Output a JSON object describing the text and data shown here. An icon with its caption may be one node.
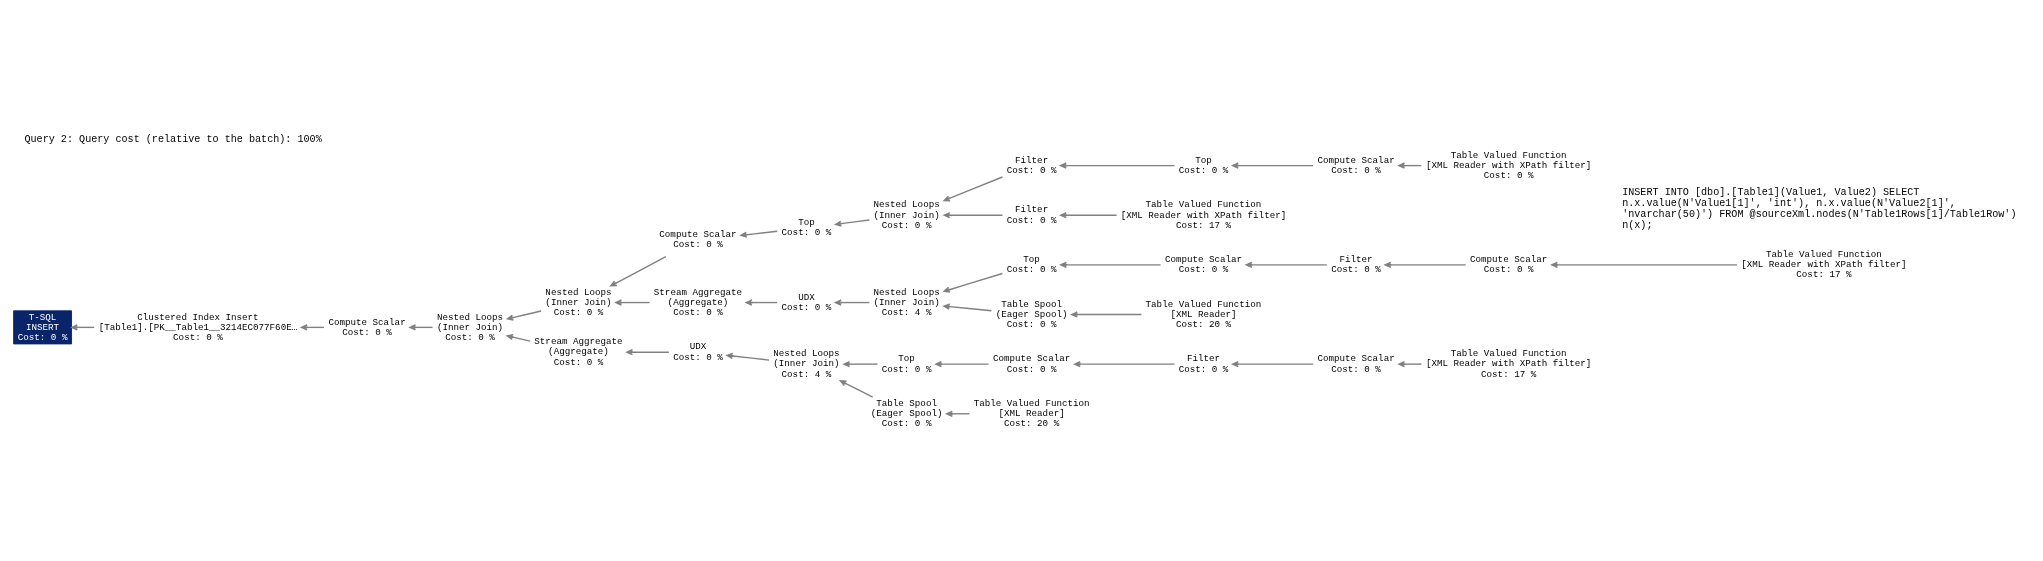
{
  "diagram": {
    "title": "Query 2: Query cost (relative to the batch): 100%",
    "nodes": [
      {
        "text": [
          "T-SQL",
          "INSERT",
          "Cost: 0 %"
        ]
      },
      {
        "text": [
          "Clustered Index Insert",
          "[Table1].[PK__Table1__3214EC077F60E…",
          "Cost: 0 %"
        ]
      },
      {
        "text": [
          "Compute Scalar",
          "Cost: 0 %"
        ]
      },
      {
        "text": [
          "Nested Loops",
          "(Inner Join)",
          "Cost: 0 %"
        ]
      },
      {
        "text": [
          "Nested Loops",
          "(Inner Join)",
          "Cost: 0 %"
        ]
      },
      {
        "text": [
          "Compute Scalar",
          "Cost: 0 %"
        ]
      },
      {
        "text": [
          "Top",
          "Cost: 0 %"
        ]
      },
      {
        "text": [
          "Nested Loops",
          "(Inner Join)",
          "Cost: 0 %"
        ]
      },
      {
        "text": [
          "Filter",
          "Cost: 0 %"
        ]
      },
      {
        "text": [
          "Top",
          "Cost: 0 %"
        ]
      },
      {
        "text": [
          "Compute Scalar",
          "Cost: 0 %"
        ]
      },
      {
        "text": [
          "Table Valued Function",
          "[XML Reader with XPath filter]",
          "Cost: 0 %"
        ]
      },
      {
        "text": [
          "Filter",
          "Cost: 0 %"
        ]
      },
      {
        "text": [
          "Table Valued Function",
          "[XML Reader with XPath filter]",
          "Cost: 17 %"
        ]
      },
      {
        "text": [
          "Stream Aggregate",
          "(Aggregate)",
          "Cost: 0 %"
        ]
      },
      {
        "text": [
          "UDX",
          "Cost: 0 %"
        ]
      },
      {
        "text": [
          "Nested Loops",
          "(Inner Join)",
          "Cost: 4 %"
        ]
      },
      {
        "text": [
          "Top",
          "Cost: 0 %"
        ]
      },
      {
        "text": [
          "Compute Scalar",
          "Cost: 0 %"
        ]
      },
      {
        "text": [
          "Filter",
          "Cost: 0 %"
        ]
      },
      {
        "text": [
          "Compute Scalar",
          "Cost: 0 %"
        ]
      },
      {
        "text": [
          "Table Valued Function",
          "[XML Reader with XPath filter]",
          "Cost: 17 %"
        ]
      },
      {
        "text": [
          "Table Spool",
          "(Eager Spool)",
          "Cost: 0 %"
        ]
      },
      {
        "text": [
          "Table Valued Function",
          "[XML Reader]",
          "Cost: 20 %"
        ]
      },
      {
        "text": [
          "Stream Aggregate",
          "(Aggregate)",
          "Cost: 0 %"
        ]
      },
      {
        "text": [
          "UDX",
          "Cost: 0 %"
        ]
      },
      {
        "text": [
          "Nested Loops",
          "(Inner Join)",
          "Cost: 4 %"
        ]
      },
      {
        "text": [
          "Top",
          "Cost: 0 %"
        ]
      },
      {
        "text": [
          "Compute Scalar",
          "Cost: 0 %"
        ]
      },
      {
        "text": [
          "Filter",
          "Cost: 0 %"
        ]
      },
      {
        "text": [
          "Compute Scalar",
          "Cost: 0 %"
        ]
      },
      {
        "text": [
          "Table Valued Function",
          "[XML Reader with XPath filter]",
          "Cost: 17 %"
        ]
      },
      {
        "text": [
          "Table Spool",
          "(Eager Spool)",
          "Cost: 0 %"
        ]
      },
      {
        "text": [
          "Table Valued Function",
          "[XML Reader]",
          "Cost: 20 %"
        ]
      }
    ],
    "edges": [
      {
        "from": 1,
        "to": 0,
        "arrow": "to"
      },
      {
        "from": 2,
        "to": 1,
        "arrow": "to"
      },
      {
        "from": 3,
        "to": 2,
        "arrow": "to"
      },
      {
        "from": 4,
        "to": 3,
        "arrow": "to"
      },
      {
        "from": 24,
        "to": 3,
        "arrow": "to"
      },
      {
        "from": 5,
        "to": 4,
        "arrow": "to"
      },
      {
        "from": 14,
        "to": 4,
        "arrow": "to"
      },
      {
        "from": 6,
        "to": 5,
        "arrow": "to"
      },
      {
        "from": 7,
        "to": 6,
        "arrow": "to"
      },
      {
        "from": 8,
        "to": 7,
        "arrow": "to"
      },
      {
        "from": 12,
        "to": 7,
        "arrow": "to"
      },
      {
        "from": 9,
        "to": 8,
        "arrow": "to"
      },
      {
        "from": 10,
        "to": 9,
        "arrow": "to"
      },
      {
        "from": 11,
        "to": 10,
        "arrow": "to"
      },
      {
        "from": 13,
        "to": 12,
        "arrow": "to"
      },
      {
        "from": 15,
        "to": 14,
        "arrow": "to"
      },
      {
        "from": 16,
        "to": 15,
        "arrow": "to"
      },
      {
        "from": 17,
        "to": 16,
        "arrow": "to"
      },
      {
        "from": 22,
        "to": 16,
        "arrow": "to"
      },
      {
        "from": 18,
        "to": 17,
        "arrow": "to"
      },
      {
        "from": 19,
        "to": 18,
        "arrow": "to"
      },
      {
        "from": 20,
        "to": 19,
        "arrow": "to"
      },
      {
        "from": 21,
        "to": 20,
        "arrow": "to"
      },
      {
        "from": 23,
        "to": 22,
        "arrow": "to"
      },
      {
        "from": 25,
        "to": 24,
        "arrow": "to"
      },
      {
        "from": 26,
        "to": 25,
        "arrow": "to"
      },
      {
        "from": 27,
        "to": 26,
        "arrow": "to"
      },
      {
        "from": 32,
        "to": 26,
        "arrow": "to"
      },
      {
        "from": 28,
        "to": 27,
        "arrow": "to"
      },
      {
        "from": 29,
        "to": 28,
        "arrow": "to"
      },
      {
        "from": 30,
        "to": 29,
        "arrow": "to"
      },
      {
        "from": 31,
        "to": 30,
        "arrow": "to"
      },
      {
        "from": 33,
        "to": 32,
        "arrow": "to"
      }
    ],
    "labels": [
      "INSERT INTO [dbo].[Table1](Value1, Value2) SELECT n.x.value(N'Value1[1]', 'int'), n.x.value(N'Value2[1]', 'nvarchar(50)') FROM @sourceXml.nodes(N'Table1Rows[1]/Table1Row') n(x);"
    ]
  }
}
